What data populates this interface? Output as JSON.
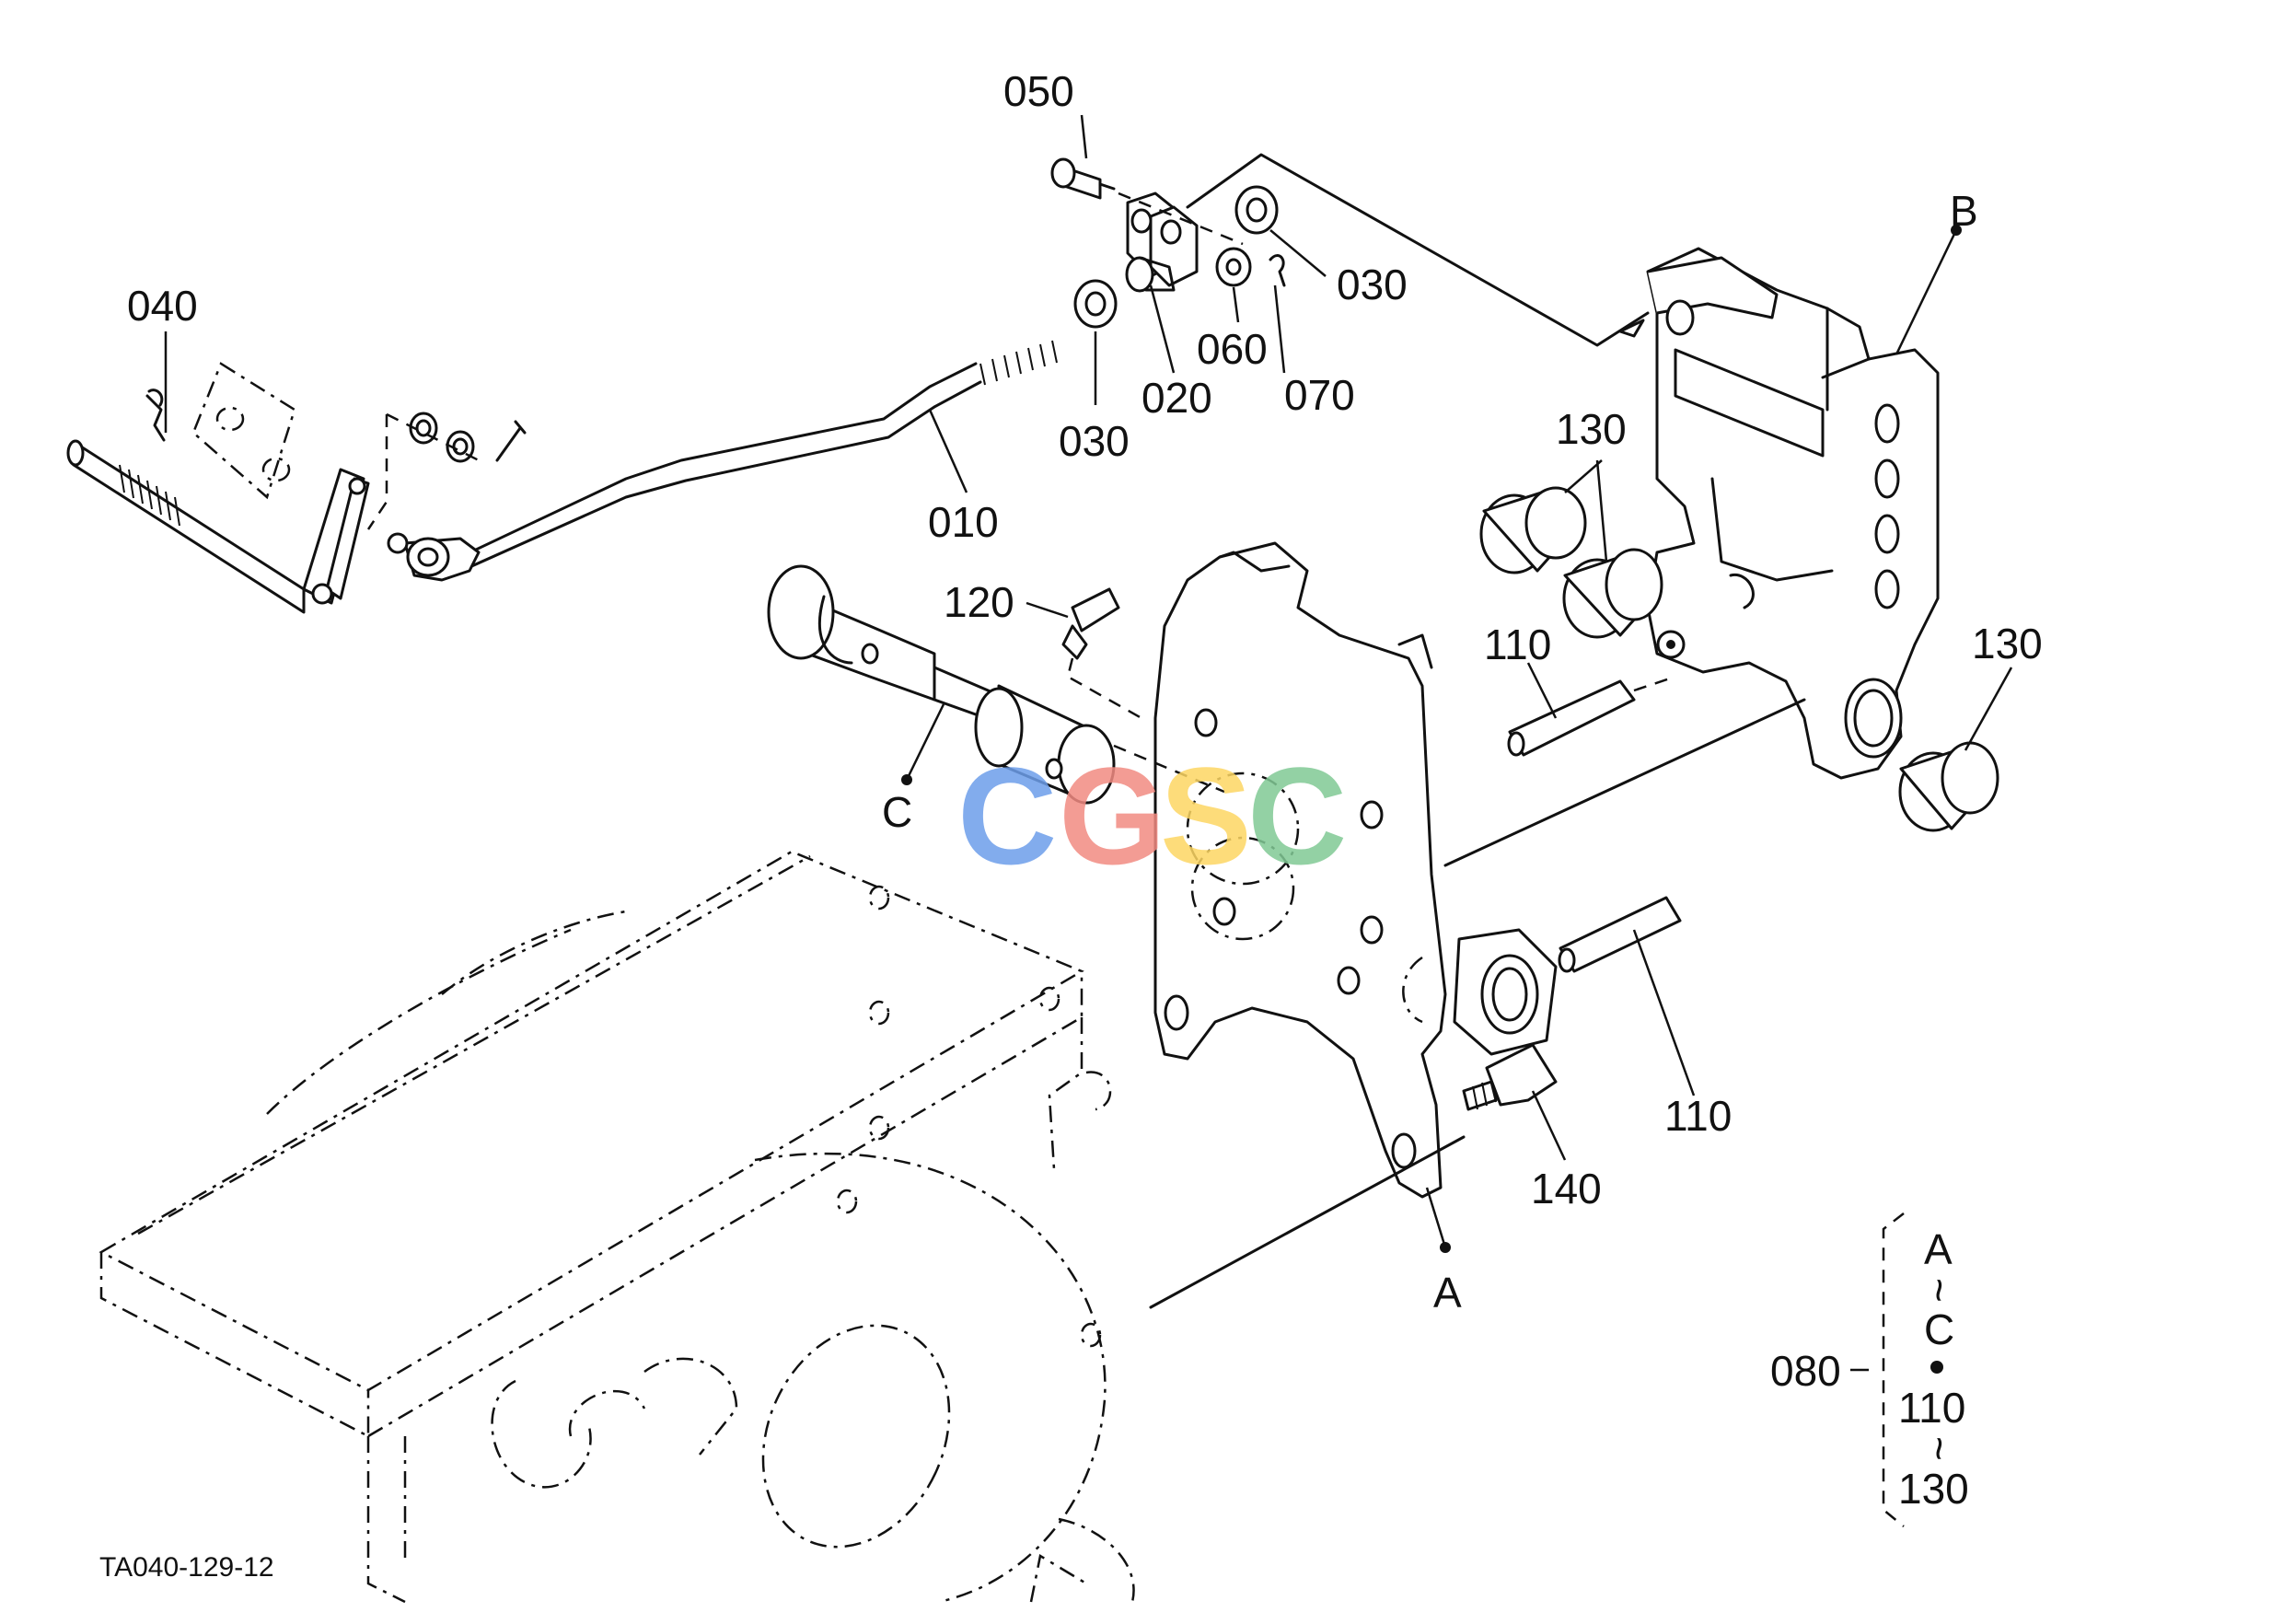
{
  "diagram": {
    "drawing_code": "TA040-129-12",
    "watermark": {
      "letters": [
        "C",
        "G",
        "S",
        "C"
      ],
      "colors": [
        "#6d9eeb",
        "#f28b82",
        "#fdd663",
        "#81c995"
      ]
    },
    "callouts": {
      "c050": "050",
      "c040": "040",
      "c030a": "030",
      "c060": "060",
      "c020": "020",
      "c070": "070",
      "c030b": "030",
      "c010": "010",
      "c130a": "130",
      "c120": "120",
      "c110a": "110",
      "c130b": "130",
      "c110b": "110",
      "c140": "140",
      "c080": "080"
    },
    "markers": {
      "A": "A",
      "B": "B",
      "C": "C"
    },
    "group": {
      "line1": "A",
      "tilde1": "~",
      "line2": "C",
      "line3": "110",
      "tilde2": "~",
      "line4": "130"
    },
    "ink_color": "#111111",
    "paper_color": "#ffffff"
  }
}
